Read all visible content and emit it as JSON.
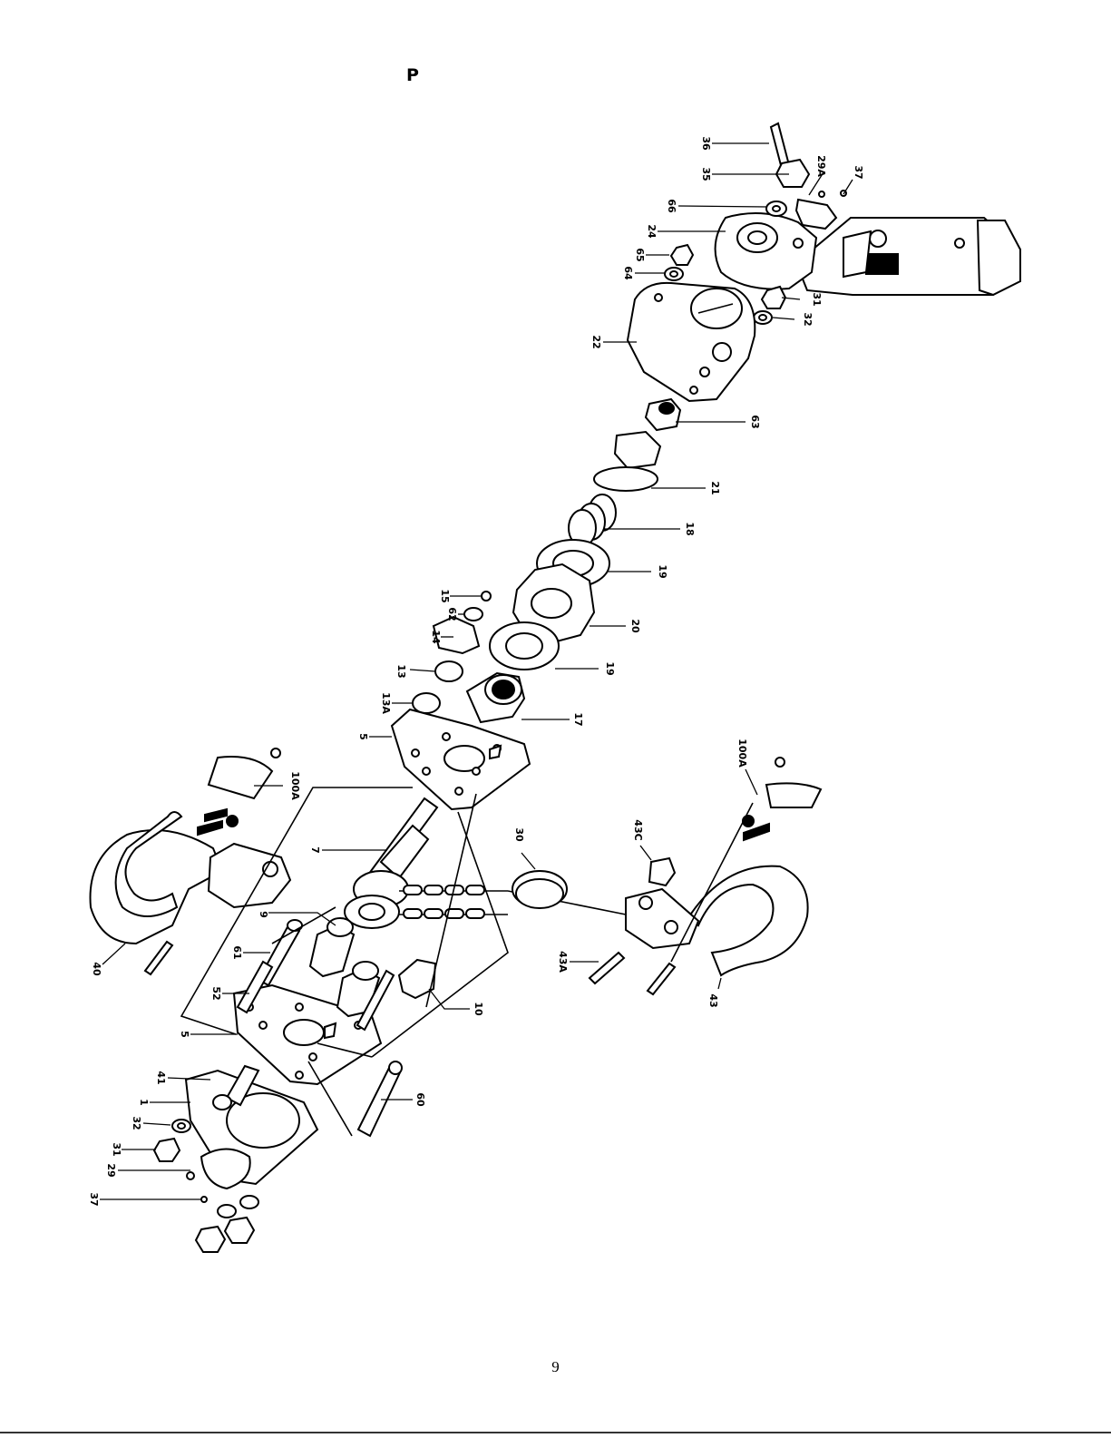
{
  "header": {
    "letter": "P"
  },
  "footer": {
    "page_number": "9"
  },
  "callouts": [
    "36",
    "35",
    "29A",
    "37",
    "66",
    "24",
    "65",
    "64",
    "31",
    "32",
    "22",
    "63",
    "21",
    "18",
    "19",
    "15",
    "62",
    "20",
    "14",
    "19",
    "13",
    "13A",
    "17",
    "5",
    "100A",
    "7",
    "30",
    "43C",
    "100A",
    "40",
    "9",
    "61",
    "52",
    "10",
    "43A",
    "43",
    "5",
    "41",
    "1",
    "32",
    "31",
    "29",
    "37",
    "60"
  ]
}
